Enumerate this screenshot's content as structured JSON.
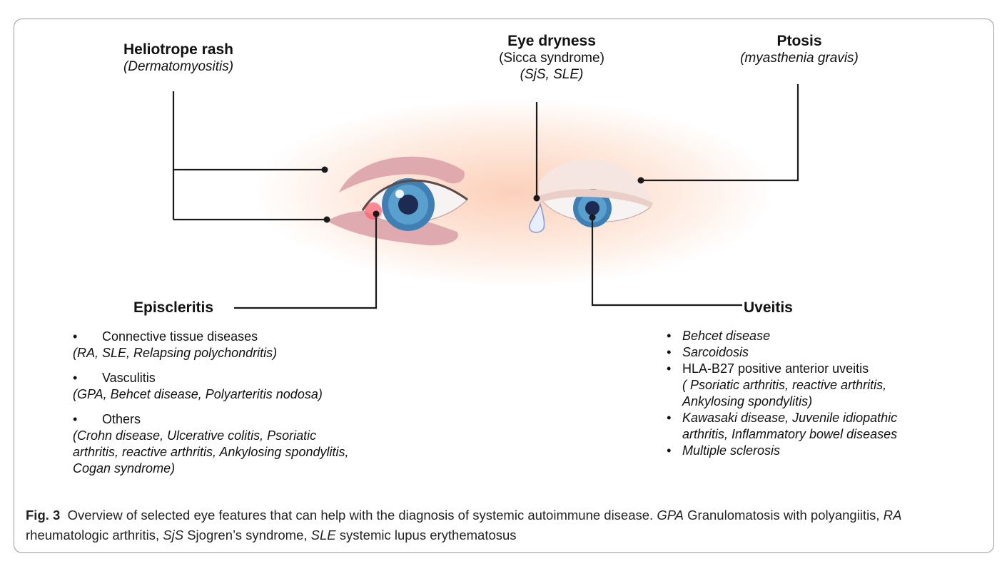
{
  "labels": {
    "heliotrope": {
      "title": "Heliotrope rash",
      "subtitle": "(Dermatomyositis)"
    },
    "dryness": {
      "title": "Eye dryness",
      "line2": "(Sicca syndrome)",
      "line3": "(SjS, SLE)"
    },
    "ptosis": {
      "title": "Ptosis",
      "subtitle": "(myasthenia gravis)"
    },
    "episcleritis": {
      "title": "Episcleritis"
    },
    "uveitis": {
      "title": "Uveitis"
    }
  },
  "episcleritis_list": [
    {
      "head": "Connective tissue diseases",
      "detail": "(RA, SLE, Relapsing  polychondritis)"
    },
    {
      "head": "Vasculitis",
      "detail": "(GPA, Behcet  disease, Polyarteritis nodosa)"
    },
    {
      "head": "Others",
      "detail": "(Crohn disease, Ulcerative colitis, Psoriatic arthritis, reactive arthritis, Ankylosing spondylitis, Cogan syndrome)"
    }
  ],
  "uveitis_list": [
    {
      "text": "Behcet  disease",
      "sub": ""
    },
    {
      "text": "Sarcoidosis",
      "sub": ""
    },
    {
      "text": "HLA-B27 positive anterior uveitis",
      "sub": "( Psoriatic  arthritis, reactive arthritis, Ankylosing spondylitis)"
    },
    {
      "text": "Kawasaki disease, Juvenile idiopathic arthritis, Inflammatory bowel diseases",
      "sub": ""
    },
    {
      "text": "Multiple sclerosis",
      "sub": ""
    }
  ],
  "caption": {
    "fig": "Fig. 3",
    "text1": "Overview of selected eye features that can help with the diagnosis of systemic autoimmune disease. ",
    "abbr1": "GPA",
    "def1": " Granulomatosis with polyangiitis, ",
    "abbr2": "RA",
    "def2": " rheumatologic arthritis, ",
    "abbr3": "SjS",
    "def3": " Sjogren’s syndrome, ",
    "abbr4": "SLE",
    "def4": " systemic lupus erythematosus"
  },
  "colors": {
    "line": "#1a1a1a",
    "rash": "#d9a0a6",
    "iris": "#3f7fb3",
    "glow": "#f8b596"
  }
}
